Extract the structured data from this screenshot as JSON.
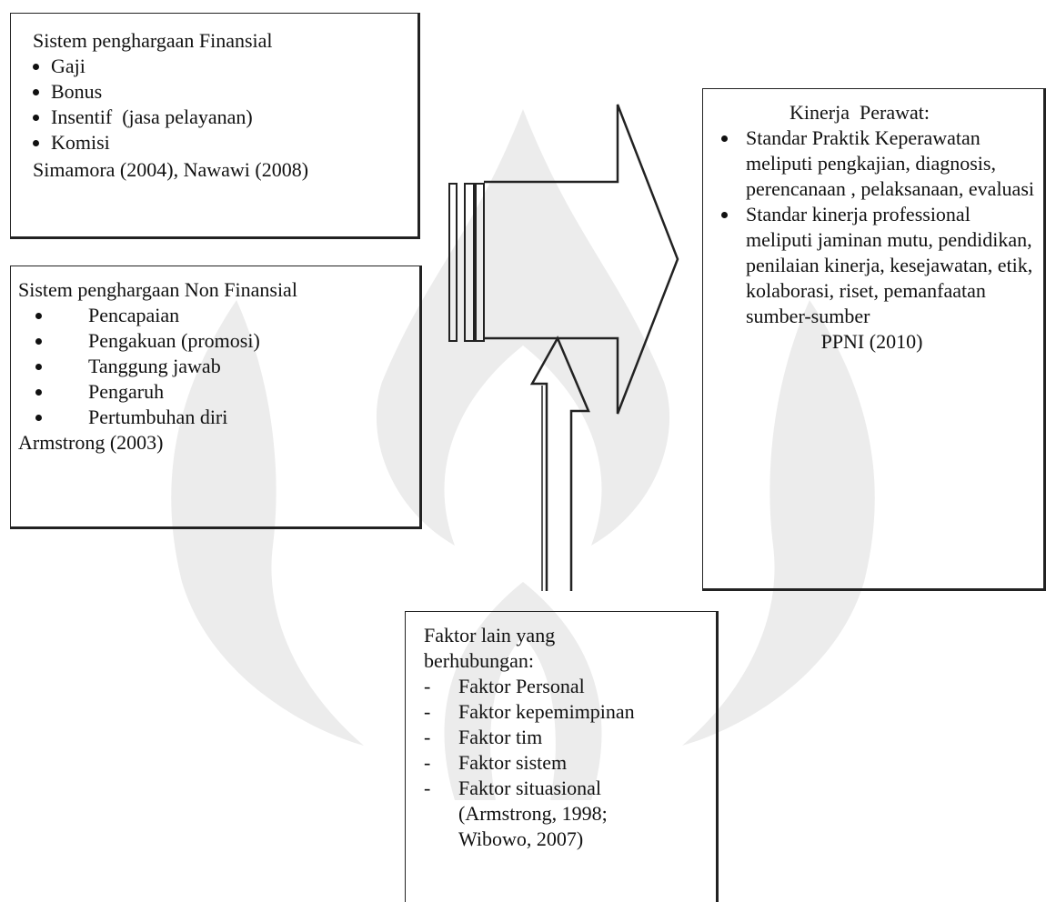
{
  "financial": {
    "title": "Sistem penghargaan Finansial",
    "items": [
      "Gaji",
      "Bonus",
      "Insentif  (jasa pelayanan)",
      "Komisi"
    ],
    "citation": "Simamora (2004), Nawawi (2008)"
  },
  "non_financial": {
    "title": "Sistem penghargaan Non Finansial",
    "items": [
      "Pencapaian",
      "Pengakuan (promosi)",
      "Tanggung jawab",
      "Pengaruh",
      "Pertumbuhan diri"
    ],
    "citation": "Armstrong (2003)"
  },
  "performance": {
    "title": "Kinerja  Perawat:",
    "items": [
      "Standar Praktik Keperawatan meliputi pengkajian, diagnosis, perencanaan , pelaksanaan, evaluasi",
      "Standar kinerja professional meliputi jaminan mutu, pendidikan, penilaian kinerja, kesejawatan, etik, kolaborasi, riset, pemanfaatan sumber-sumber"
    ],
    "citation": "PPNI (2010)"
  },
  "other_factors": {
    "title_line1": "Faktor lain yang",
    "title_line2": "berhubungan:",
    "items": [
      "Faktor Personal",
      "Faktor kepemimpinan",
      "Faktor tim",
      "Faktor sistem",
      "Faktor situasional"
    ],
    "citation_line1": "(Armstrong, 1998;",
    "citation_line2": "Wibowo, 2007)"
  },
  "colors": {
    "line": "#222222",
    "watermark": "#ececec"
  }
}
